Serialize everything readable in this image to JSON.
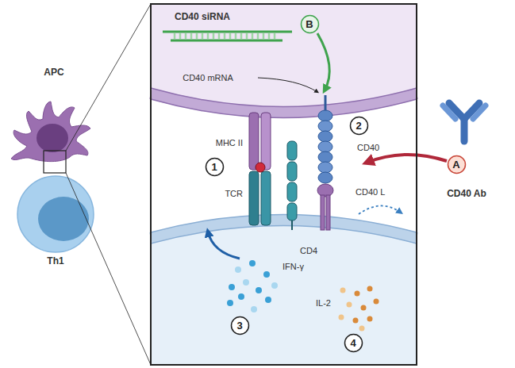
{
  "diagram": {
    "nodes": [
      {
        "text": [
          "B"
        ]
      },
      {
        "text": [
          "2"
        ]
      },
      {
        "text": [
          "1"
        ]
      },
      {
        "text": [
          "A"
        ]
      },
      {
        "text": [
          "3"
        ]
      },
      {
        "text": [
          "4"
        ]
      }
    ],
    "labels": [
      "APC",
      "Th1",
      "CD40 siRNA",
      "CD40 mRNA",
      "CD40",
      "MHC II",
      "TCR",
      "CD4",
      "CD40 L",
      "IFN-γ",
      "IL-2",
      "CD40 Ab"
    ]
  }
}
